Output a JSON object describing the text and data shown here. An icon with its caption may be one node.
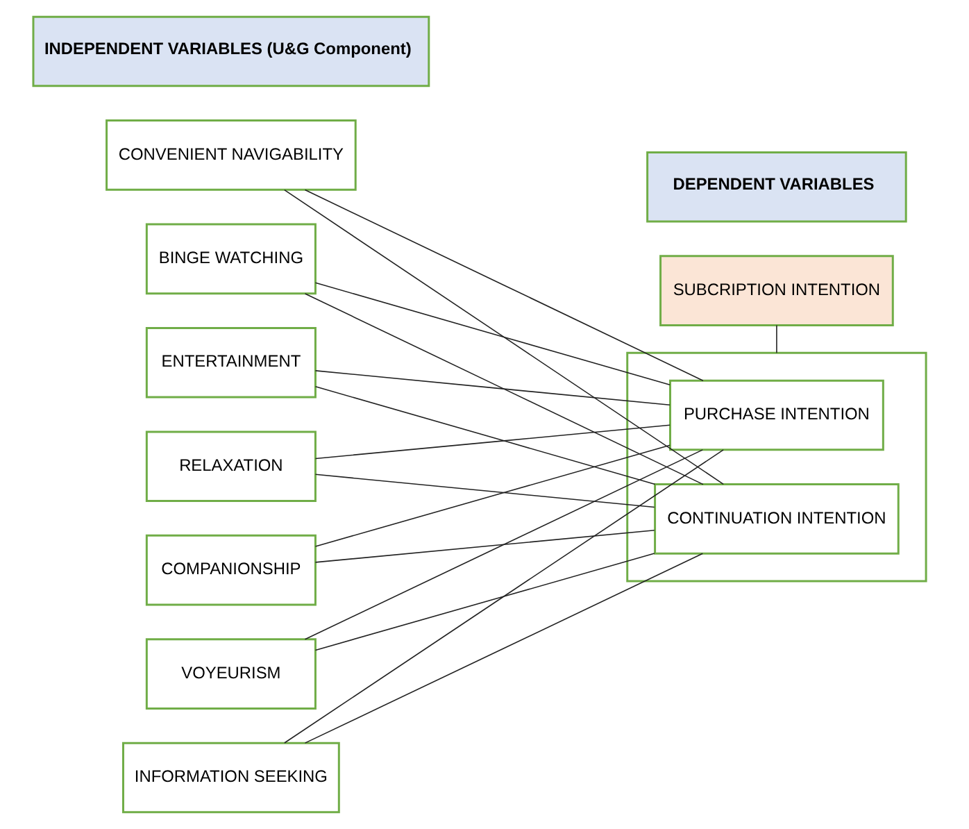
{
  "diagram": {
    "nodes": [
      {
        "text": [
          "INDEPENDENT VARIABLES (U&G Component)"
        ]
      },
      {
        "text": [
          "DEPENDENT VARIABLES"
        ]
      },
      {
        "text": [
          "CONVENIENT NAVIGABILITY"
        ]
      },
      {
        "text": [
          "BINGE WATCHING"
        ]
      },
      {
        "text": [
          "ENTERTAINMENT"
        ]
      },
      {
        "text": [
          "RELAXATION"
        ]
      },
      {
        "text": [
          "COMPANIONSHIP"
        ]
      },
      {
        "text": [
          "VOYEURISM"
        ]
      },
      {
        "text": [
          "INFORMATION SEEKING"
        ]
      },
      {
        "text": [
          "SUBCRIPTION INTENTION"
        ]
      },
      {
        "text": [],
        "shape": "box"
      },
      {
        "text": [
          "PURCHASE INTENTION"
        ],
        "in": 10
      },
      {
        "text": [
          "CONTINUATION INTENTION"
        ],
        "in": 10
      }
    ],
    "edges": [
      {
        "from": 2,
        "to": 11,
        "arrow": "none"
      },
      {
        "from": 2,
        "to": 12,
        "arrow": "none"
      },
      {
        "from": 3,
        "to": 11,
        "arrow": "none"
      },
      {
        "from": 3,
        "to": 12,
        "arrow": "none"
      },
      {
        "from": 4,
        "to": 11,
        "arrow": "none"
      },
      {
        "from": 4,
        "to": 12,
        "arrow": "none"
      },
      {
        "from": 5,
        "to": 11,
        "arrow": "none"
      },
      {
        "from": 5,
        "to": 12,
        "arrow": "none"
      },
      {
        "from": 6,
        "to": 11,
        "arrow": "none"
      },
      {
        "from": 6,
        "to": 12,
        "arrow": "none"
      },
      {
        "from": 7,
        "to": 11,
        "arrow": "none"
      },
      {
        "from": 7,
        "to": 12,
        "arrow": "none"
      },
      {
        "from": 8,
        "to": 11,
        "arrow": "none"
      },
      {
        "from": 8,
        "to": 12,
        "arrow": "none"
      },
      {
        "from": 9,
        "to": 10,
        "arrow": "none"
      }
    ]
  }
}
